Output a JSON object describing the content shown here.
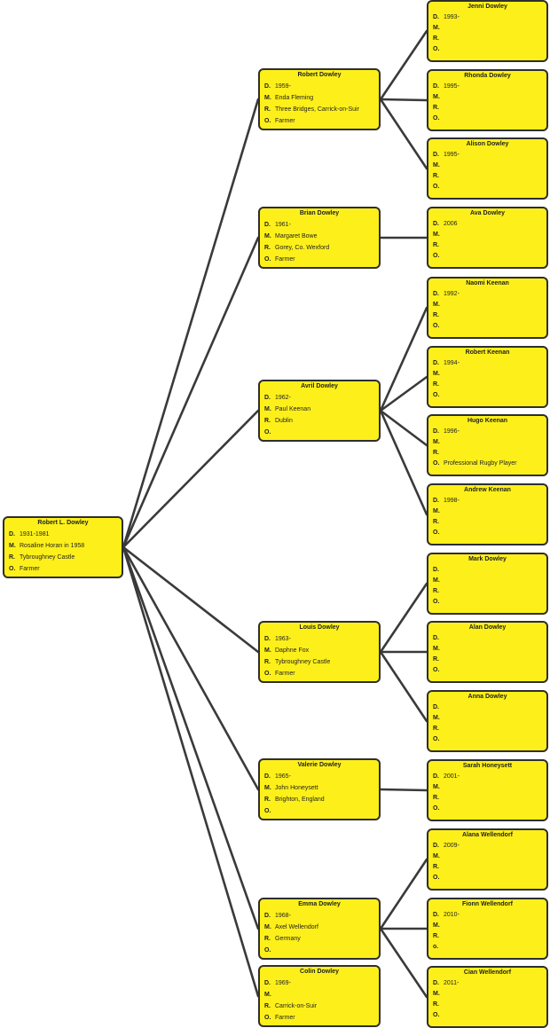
{
  "root": {
    "name": "Robert L. Dowley",
    "fields": [
      {
        "code": "D.",
        "value": "1931-1981"
      },
      {
        "code": "M.",
        "value": "Rosaline Horan in 1958"
      },
      {
        "code": "R.",
        "value": "Tybroughney Castle"
      },
      {
        "code": "O.",
        "value": "Farmer"
      }
    ]
  },
  "children": [
    {
      "name": "Robert Dowley",
      "fields": [
        {
          "code": "D.",
          "value": "1959-"
        },
        {
          "code": "M.",
          "value": "Enda Fleming"
        },
        {
          "code": "R.",
          "value": "Three Bridges, Carrick-on-Suir"
        },
        {
          "code": "O.",
          "value": "Farmer"
        }
      ],
      "children": [
        {
          "name": "Jenni Dowley",
          "fields": [
            {
              "code": "D.",
              "value": "1993-"
            },
            {
              "code": "M.",
              "value": ""
            },
            {
              "code": "R.",
              "value": ""
            },
            {
              "code": "O.",
              "value": ""
            }
          ]
        },
        {
          "name": "Rhonda Dowley",
          "fields": [
            {
              "code": "D.",
              "value": "1995-"
            },
            {
              "code": "M.",
              "value": ""
            },
            {
              "code": "R.",
              "value": ""
            },
            {
              "code": "O.",
              "value": ""
            }
          ]
        },
        {
          "name": "Alison Dowley",
          "fields": [
            {
              "code": "D.",
              "value": "1995-"
            },
            {
              "code": "M.",
              "value": ""
            },
            {
              "code": "R.",
              "value": ""
            },
            {
              "code": "O.",
              "value": ""
            }
          ]
        }
      ]
    },
    {
      "name": "Brian Dowley",
      "fields": [
        {
          "code": "D.",
          "value": "1961-"
        },
        {
          "code": "M.",
          "value": "Margaret Bowe"
        },
        {
          "code": "R.",
          "value": "Gorey, Co. Wexford"
        },
        {
          "code": "O.",
          "value": "Farmer"
        }
      ],
      "children": [
        {
          "name": "Ava Dowley",
          "fields": [
            {
              "code": "D.",
              "value": "2006"
            },
            {
              "code": "M.",
              "value": ""
            },
            {
              "code": "R.",
              "value": ""
            },
            {
              "code": "O.",
              "value": ""
            }
          ]
        }
      ]
    },
    {
      "name": "Avril Dowley",
      "fields": [
        {
          "code": "D.",
          "value": "1962-"
        },
        {
          "code": "M.",
          "value": "Paul Keenan"
        },
        {
          "code": "R.",
          "value": "Dublin"
        },
        {
          "code": "O.",
          "value": ""
        }
      ],
      "children": [
        {
          "name": "Naomi Keenan",
          "fields": [
            {
              "code": "D.",
              "value": "1992-"
            },
            {
              "code": "M.",
              "value": ""
            },
            {
              "code": "R.",
              "value": ""
            },
            {
              "code": "O.",
              "value": ""
            }
          ]
        },
        {
          "name": "Robert Keenan",
          "fields": [
            {
              "code": "D.",
              "value": "1994-"
            },
            {
              "code": "M.",
              "value": ""
            },
            {
              "code": "R.",
              "value": ""
            },
            {
              "code": "O.",
              "value": ""
            }
          ]
        },
        {
          "name": "Hugo Keenan",
          "fields": [
            {
              "code": "D.",
              "value": "1996-"
            },
            {
              "code": "M.",
              "value": ""
            },
            {
              "code": "R.",
              "value": ""
            },
            {
              "code": "O.",
              "value": "Professional Rugby Player"
            }
          ]
        },
        {
          "name": "Andrew Keenan",
          "fields": [
            {
              "code": "D.",
              "value": "1998-"
            },
            {
              "code": "M.",
              "value": ""
            },
            {
              "code": "R.",
              "value": ""
            },
            {
              "code": "O.",
              "value": ""
            }
          ]
        }
      ]
    },
    {
      "name": "Louis Dowley",
      "fields": [
        {
          "code": "D.",
          "value": "1963-"
        },
        {
          "code": "M.",
          "value": "Daphne Fox"
        },
        {
          "code": "R.",
          "value": "Tybroughney Castle"
        },
        {
          "code": "O.",
          "value": "Farmer"
        }
      ],
      "children": [
        {
          "name": "Mark Dowley",
          "fields": [
            {
              "code": "D.",
              "value": ""
            },
            {
              "code": "M.",
              "value": ""
            },
            {
              "code": "R.",
              "value": ""
            },
            {
              "code": "O.",
              "value": ""
            }
          ]
        },
        {
          "name": "Alan Dowley",
          "fields": [
            {
              "code": "D.",
              "value": ""
            },
            {
              "code": "M.",
              "value": ""
            },
            {
              "code": "R.",
              "value": ""
            },
            {
              "code": "O.",
              "value": ""
            }
          ]
        },
        {
          "name": "Anna Dowley",
          "fields": [
            {
              "code": "D.",
              "value": ""
            },
            {
              "code": "M.",
              "value": ""
            },
            {
              "code": "R.",
              "value": ""
            },
            {
              "code": "O.",
              "value": ""
            }
          ]
        }
      ]
    },
    {
      "name": "Valerie Dowley",
      "fields": [
        {
          "code": "D.",
          "value": "1965-"
        },
        {
          "code": "M.",
          "value": "John Honeysett"
        },
        {
          "code": "R.",
          "value": "Brighton, England"
        },
        {
          "code": "O.",
          "value": ""
        }
      ],
      "children": [
        {
          "name": "Sarah Honeysett",
          "fields": [
            {
              "code": "D.",
              "value": "2001-"
            },
            {
              "code": "M.",
              "value": ""
            },
            {
              "code": "R.",
              "value": ""
            },
            {
              "code": "O.",
              "value": ""
            }
          ]
        }
      ]
    },
    {
      "name": "Emma Dowley",
      "fields": [
        {
          "code": "D.",
          "value": "1968-"
        },
        {
          "code": "M.",
          "value": "Axel Wellendorf"
        },
        {
          "code": "R.",
          "value": "Germany"
        },
        {
          "code": "O.",
          "value": ""
        }
      ],
      "children": [
        {
          "name": "Alana Wellendorf",
          "fields": [
            {
              "code": "D.",
              "value": "2009-"
            },
            {
              "code": "M.",
              "value": ""
            },
            {
              "code": "R.",
              "value": ""
            },
            {
              "code": "O.",
              "value": ""
            }
          ]
        },
        {
          "name": "Fionn Wellendorf",
          "fields": [
            {
              "code": "D.",
              "value": "2010-"
            },
            {
              "code": "M.",
              "value": ""
            },
            {
              "code": "R.",
              "value": ""
            },
            {
              "code": "o.",
              "value": ""
            }
          ]
        },
        {
          "name": "Cian Wellendorf",
          "fields": [
            {
              "code": "D.",
              "value": "2011-"
            },
            {
              "code": "M.",
              "value": ""
            },
            {
              "code": "R.",
              "value": ""
            },
            {
              "code": "O.",
              "value": ""
            }
          ]
        }
      ]
    },
    {
      "name": "Colin Dowley",
      "fields": [
        {
          "code": "D.",
          "value": "1969-"
        },
        {
          "code": "M.",
          "value": ""
        },
        {
          "code": "R.",
          "value": "Carrick-on-Suir"
        },
        {
          "code": "O.",
          "value": "Farmer"
        }
      ],
      "children": []
    }
  ],
  "colors": {
    "box_fill": "#fdf01a",
    "box_border": "#2e2e2e",
    "connector": "#3a3a3a",
    "text": "#1f1f1f"
  }
}
